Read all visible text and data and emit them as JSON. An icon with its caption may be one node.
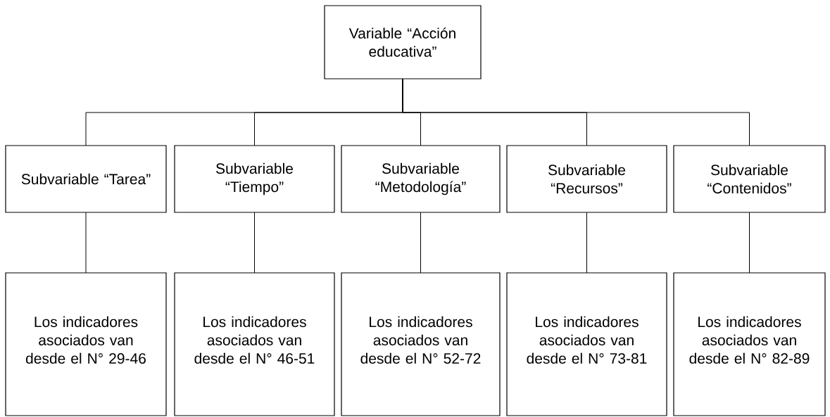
{
  "diagram": {
    "nodes": [
      {
        "text": [
          "Variable “Acción educativa”"
        ]
      },
      {
        "text": [
          "Subvariable “Tarea”"
        ]
      },
      {
        "text": [
          "Subvariable “Tiempo”"
        ]
      },
      {
        "text": [
          "Subvariable “Metodología”"
        ]
      },
      {
        "text": [
          "Subvariable “Recursos”"
        ]
      },
      {
        "text": [
          "Subvariable “Contenidos”"
        ]
      },
      {
        "text": [
          "Los indicadores asociados van desde el N° 29-46"
        ]
      },
      {
        "text": [
          "Los indicadores asociados van desde el N° 46-51"
        ]
      },
      {
        "text": [
          "Los indicadores asociados van desde el N° 52-72"
        ]
      },
      {
        "text": [
          "Los indicadores asociados van desde el N° 73-81"
        ]
      },
      {
        "text": [
          "Los indicadores asociados van desde el N° 82-89"
        ]
      }
    ],
    "edges": [
      {
        "from": 0,
        "to": 1,
        "arrow": "none"
      },
      {
        "from": 0,
        "to": 2,
        "arrow": "none"
      },
      {
        "from": 0,
        "to": 3,
        "arrow": "none"
      },
      {
        "from": 0,
        "to": 4,
        "arrow": "none"
      },
      {
        "from": 0,
        "to": 5,
        "arrow": "none"
      },
      {
        "from": 1,
        "to": 6,
        "arrow": "none"
      },
      {
        "from": 2,
        "to": 7,
        "arrow": "none"
      },
      {
        "from": 3,
        "to": 8,
        "arrow": "none"
      },
      {
        "from": 4,
        "to": 9,
        "arrow": "none"
      },
      {
        "from": 5,
        "to": 10,
        "arrow": "none"
      }
    ]
  }
}
